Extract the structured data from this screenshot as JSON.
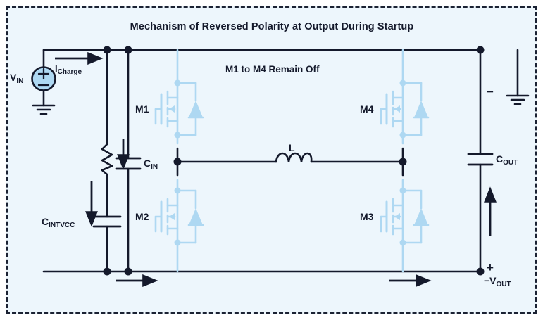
{
  "figure": {
    "title": "Mechanism of Reversed Polarity at Output During Startup",
    "subtitle": "M1 to M4 Remain Off",
    "background_color": "#edf6fc",
    "border_color": "#1b2233",
    "wire_color": "#14192b",
    "device_color": "#aed8f2"
  },
  "labels": {
    "vin": "V",
    "vin_sub": "IN",
    "icharge": "I",
    "icharge_sub": "Charge",
    "m1": "M1",
    "m2": "M2",
    "m3": "M3",
    "m4": "M4",
    "inductor": "L",
    "cin": "C",
    "cin_sub": "IN",
    "cintvcc": "C",
    "cintvcc_sub1": "INTV",
    "cintvcc_sub2": "CC",
    "cout": "C",
    "cout_sub": "OUT",
    "vout": "−V",
    "vout_sub": "OUT",
    "minus_sign": "−",
    "plus_sign": "+"
  },
  "components": [
    {
      "name": "voltage-source-vin",
      "type": "dc-source",
      "label": "V_IN"
    },
    {
      "name": "resistor-intvcc",
      "type": "resistor"
    },
    {
      "name": "capacitor-cintvcc",
      "type": "capacitor",
      "label": "C_INTVCC"
    },
    {
      "name": "capacitor-cin",
      "type": "capacitor",
      "label": "C_IN"
    },
    {
      "name": "mosfet-m1",
      "type": "nmos-with-body-diode",
      "label": "M1"
    },
    {
      "name": "mosfet-m2",
      "type": "nmos-with-body-diode",
      "label": "M2"
    },
    {
      "name": "mosfet-m3",
      "type": "nmos-with-body-diode",
      "label": "M3"
    },
    {
      "name": "mosfet-m4",
      "type": "nmos-with-body-diode",
      "label": "M4"
    },
    {
      "name": "inductor-l",
      "type": "inductor",
      "label": "L"
    },
    {
      "name": "capacitor-cout",
      "type": "capacitor",
      "label": "C_OUT"
    },
    {
      "name": "ground-input",
      "type": "ground"
    },
    {
      "name": "ground-output",
      "type": "ground"
    }
  ],
  "current_arrows": [
    {
      "name": "arrow-icharge",
      "direction": "right",
      "label": "I_Charge"
    },
    {
      "name": "arrow-cin-current",
      "direction": "down"
    },
    {
      "name": "arrow-cintvcc-current",
      "direction": "down"
    },
    {
      "name": "arrow-return-left",
      "direction": "right"
    },
    {
      "name": "arrow-return-right",
      "direction": "right"
    },
    {
      "name": "arrow-output-current",
      "direction": "up"
    }
  ]
}
